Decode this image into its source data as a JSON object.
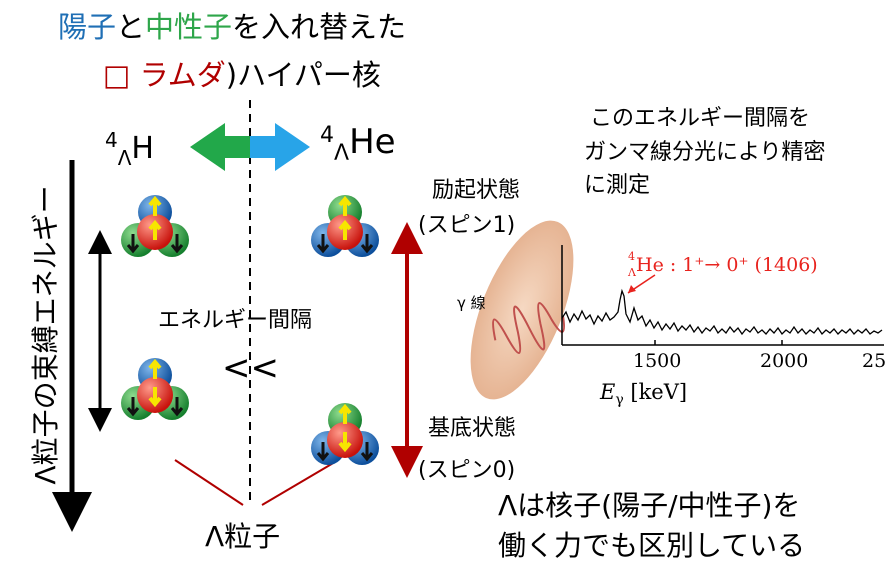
{
  "title": {
    "line1_part1": "陽子",
    "line1_part2": "と",
    "line1_part3": "中性子",
    "line1_part4": "を入れ替えた",
    "line2_part1": "□ ラムダ",
    "line2_part2": ")ハイパー核"
  },
  "nuclei": {
    "left_mass": "4",
    "left_sub": "Λ",
    "left_elem": "H",
    "right_mass": "4",
    "right_sub": "Λ",
    "right_elem": "He"
  },
  "axis_label": "Λ粒子の束縛エネルギー",
  "middle": {
    "energy_gap": "エネルギー間隔",
    "much_less": "<<"
  },
  "states": {
    "excited_name": "励起状態",
    "excited_spin": "(スピン1)",
    "ground_name": "基底状態",
    "ground_spin": "(スピン0)"
  },
  "lambda_label": "Λ粒子",
  "note_top": [
    "このエネルギー間隔を",
    "ガンマ線分光により精密",
    "に測定"
  ],
  "spectrum": {
    "gamma_label": "γ 線",
    "peak_label": "He : 1⁺→ 0⁺ (1406)",
    "peak_mass": "4",
    "peak_sub": "Λ",
    "xlabel_var": "E",
    "xlabel_sub": "γ",
    "xlabel_unit": " [keV]",
    "ticks": [
      "1500",
      "2000",
      "25"
    ]
  },
  "conclusion": [
    "Λは核子(陽子/中性子)を",
    "働く力でも区別している"
  ],
  "colors": {
    "proton": "#1f6fb5",
    "neutron": "#2ea64a",
    "lambda": "#e8231e",
    "arrow_green": "#22a84a",
    "arrow_blue": "#28a4e8",
    "dark_red": "#b00000"
  }
}
